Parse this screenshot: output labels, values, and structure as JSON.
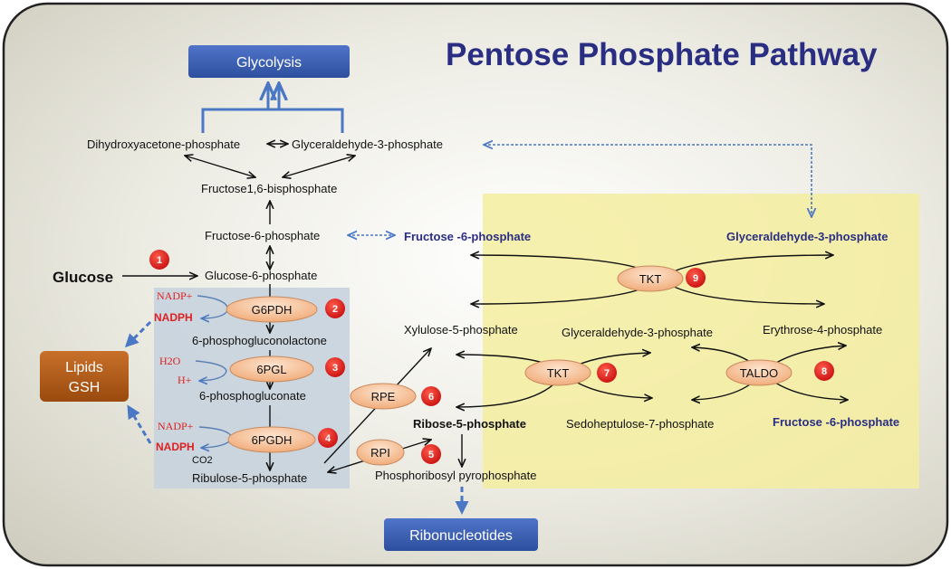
{
  "title": "Pentose Phosphate Pathway",
  "boxes": {
    "glycolysis": "Glycolysis",
    "ribonucleotides": "Ribonucleotides",
    "lipids_line1": "Lipids",
    "lipids_line2": "GSH"
  },
  "metabolites": {
    "dhap": "Dihydroxyacetone-phosphate",
    "g3p": "Glyceraldehyde-3-phosphate",
    "f16bp": "Fructose1,6-bisphosphate",
    "f6p": "Fructose-6-phosphate",
    "glucose": "Glucose",
    "g6p": "Glucose-6-phosphate",
    "pgl": "6-phosphogluconolactone",
    "pg": "6-phosphogluconate",
    "ru5p": "Ribulose-5-phosphate",
    "x5p": "Xylulose-5-phosphate",
    "r5p": "Ribose-5-phosphate",
    "prpp": "Phosphoribosyl pyrophosphate",
    "g3p_mid": "Glyceraldehyde-3-phosphate",
    "e4p": "Erythrose-4-phosphate",
    "s7p": "Sedoheptulose-7-phosphate",
    "f6p_blue_top": "Fructose -6-phosphate",
    "g3p_blue_top": "Glyceraldehyde-3-phosphate",
    "f6p_blue_bottom": "Fructose -6-phosphate"
  },
  "cofactors": {
    "nadp1": "NADP+",
    "nadph1": "NADPH",
    "h2o": "H2O",
    "hplus": "H+",
    "nadp2": "NADP+",
    "nadph2": "NADPH",
    "co2": "CO2"
  },
  "enzymes": [
    {
      "name": "G6PDH",
      "step": "2"
    },
    {
      "name": "6PGL",
      "step": "3"
    },
    {
      "name": "6PGDH",
      "step": "4"
    },
    {
      "name": "RPI",
      "step": "5"
    },
    {
      "name": "RPE",
      "step": "6"
    },
    {
      "name": "TKT",
      "step": "7"
    },
    {
      "name": "TALDO",
      "step": "8"
    },
    {
      "name": "TKT",
      "step": "9"
    }
  ],
  "steps": {
    "hexokinase": "1"
  },
  "colors": {
    "title": "#2a2e82",
    "blue_box": "#3a5fb8",
    "lipids_box": "#b35a14",
    "cofactor": "#e02020",
    "step_badge": "#e0201e",
    "enzyme_fill": "#f6c29a",
    "yellow_panel": "#f5eda0",
    "blue_panel": "#c6d3de",
    "blue_arrow": "#4a78c4"
  }
}
